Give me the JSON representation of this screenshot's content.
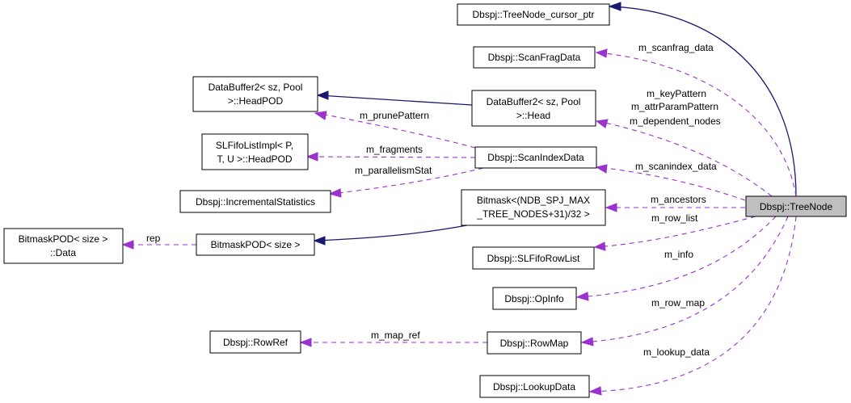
{
  "diagram": {
    "nodes": {
      "tree_node": [
        "Dbspj::TreeNode"
      ],
      "cursor_ptr": [
        "Dbspj::TreeNode_cursor_ptr"
      ],
      "scanfrag_data": [
        "Dbspj::ScanFragData"
      ],
      "head_pod": [
        "DataBuffer2< sz, Pool",
        ">::HeadPOD"
      ],
      "head": [
        "DataBuffer2< sz, Pool",
        ">::Head"
      ],
      "sl_fifo_head": [
        "SLFifoListImpl< P,",
        "T, U >::HeadPOD"
      ],
      "scanindex_data": [
        "Dbspj::ScanIndexData"
      ],
      "incremental_stats": [
        "Dbspj::IncrementalStatistics"
      ],
      "bitmask": [
        "Bitmask<(NDB_SPJ_MAX",
        "_TREE_NODES+31)/32 >"
      ],
      "bitmask_pod_data": [
        "BitmaskPOD< size >",
        "::Data"
      ],
      "bitmask_pod": [
        "BitmaskPOD< size >"
      ],
      "row_list": [
        "Dbspj::SLFifoRowList"
      ],
      "op_info": [
        "Dbspj::OpInfo"
      ],
      "row_ref": [
        "Dbspj::RowRef"
      ],
      "row_map": [
        "Dbspj::RowMap"
      ],
      "lookup_data": [
        "Dbspj::LookupData"
      ]
    },
    "edge_labels": {
      "scanfrag_data": "m_scanfrag_data",
      "key_pattern": "m_keyPattern",
      "attr_param_pattern": "m_attrParamPattern",
      "dependent_nodes": "m_dependent_nodes",
      "prune_pattern": "m_prunePattern",
      "fragments": "m_fragments",
      "parallelism_stat": "m_parallelismStat",
      "scanindex_data": "m_scanindex_data",
      "ancestors": "m_ancestors",
      "rep": "rep",
      "row_list": "m_row_list",
      "info": "m_info",
      "row_map": "m_row_map",
      "map_ref": "m_map_ref",
      "lookup_data": "m_lookup_data"
    },
    "colors": {
      "inheritance_edge": "#191970",
      "usage_edge": "#9a32cd",
      "highlight_node_fill": "#bfbfbf"
    }
  }
}
